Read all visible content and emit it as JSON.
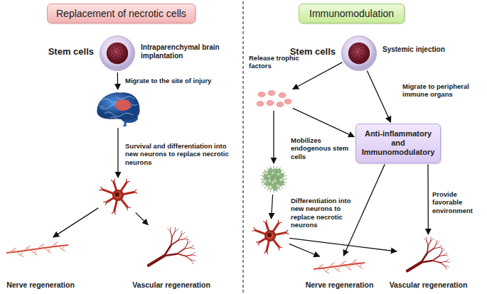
{
  "diagram": {
    "nodes": [
      {
        "text": [
          "Replacement of necrotic cells"
        ]
      },
      {
        "text": [
          "Stem cells",
          "Intraparenchymal brain implantation"
        ]
      },
      {
        "text": []
      },
      {
        "text": []
      },
      {
        "text": [
          "Nerve regeneration"
        ]
      },
      {
        "text": [
          "Vascular regeneration"
        ]
      },
      {
        "text": [
          "Immunomodulation"
        ]
      },
      {
        "text": [
          "Stem cells",
          "Systemic injection"
        ]
      },
      {
        "text": []
      },
      {
        "text": [
          "Anti-inflammatory and Immunomodulatory"
        ]
      },
      {
        "text": []
      },
      {
        "text": []
      },
      {
        "text": [
          "Nerve regeneration"
        ]
      },
      {
        "text": [
          "Vascular regeneration"
        ]
      }
    ],
    "edges": [
      {
        "from": 1,
        "to": 2,
        "arrow": "to",
        "label": "Migrate to the site of injury"
      },
      {
        "from": 2,
        "to": 3,
        "arrow": "to",
        "label": "Survival and differentiation into new neurons to replace necrotic neurons"
      },
      {
        "from": 3,
        "to": 4,
        "arrow": "to"
      },
      {
        "from": 3,
        "to": 5,
        "arrow": "to"
      },
      {
        "from": 7,
        "to": 8,
        "arrow": "to",
        "label": "Release trophic factors"
      },
      {
        "from": 7,
        "to": 9,
        "arrow": "to",
        "label": "Migrate to peripheral immune organs"
      },
      {
        "from": 8,
        "to": 9,
        "arrow": "to"
      },
      {
        "from": 8,
        "to": 10,
        "arrow": "to",
        "label": "Mobilizes endogenous stem cells"
      },
      {
        "from": 10,
        "to": 11,
        "arrow": "to",
        "label": "Differentiation into new neurons to replace necrotic neurons"
      },
      {
        "from": 11,
        "to": 12,
        "arrow": "to"
      },
      {
        "from": 11,
        "to": 13,
        "arrow": "to"
      },
      {
        "from": 9,
        "to": 12,
        "arrow": "to"
      },
      {
        "from": 9,
        "to": 13,
        "arrow": "to",
        "label": "Provide favorable environment"
      }
    ]
  }
}
